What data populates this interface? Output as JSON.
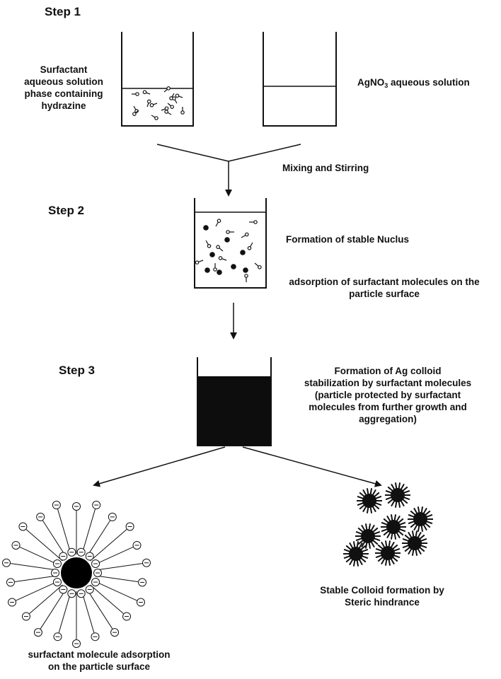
{
  "steps": {
    "step1": "Step 1",
    "step2": "Step 2",
    "step3": "Step 3"
  },
  "step1": {
    "left_label": [
      "Surfactant",
      "aqueous solution",
      "phase containing",
      "hydrazine"
    ],
    "right_label_prefix": "AgNO",
    "right_label_sub": "3",
    "right_label_suffix": " aqueous solution"
  },
  "arrows": {
    "mixing_label": "Mixing and Stirring",
    "adsorption_label": [
      "adsorption of surfactant molecules on the",
      "particle surface"
    ]
  },
  "step2": {
    "label": "Formation of stable Nuclus"
  },
  "step3": {
    "label": [
      "Formation of Ag colloid",
      "stabilization by surfactant molecules",
      "(particle protected by surfactant",
      "molecules from further growth and",
      "aggregation)"
    ]
  },
  "bottom": {
    "left_caption": [
      "surfactant molecule adsorption",
      "on the particle surface"
    ],
    "right_caption": [
      "Stable Colloid formation by",
      "Steric hindrance"
    ],
    "charge_symbol": "⊖"
  }
}
